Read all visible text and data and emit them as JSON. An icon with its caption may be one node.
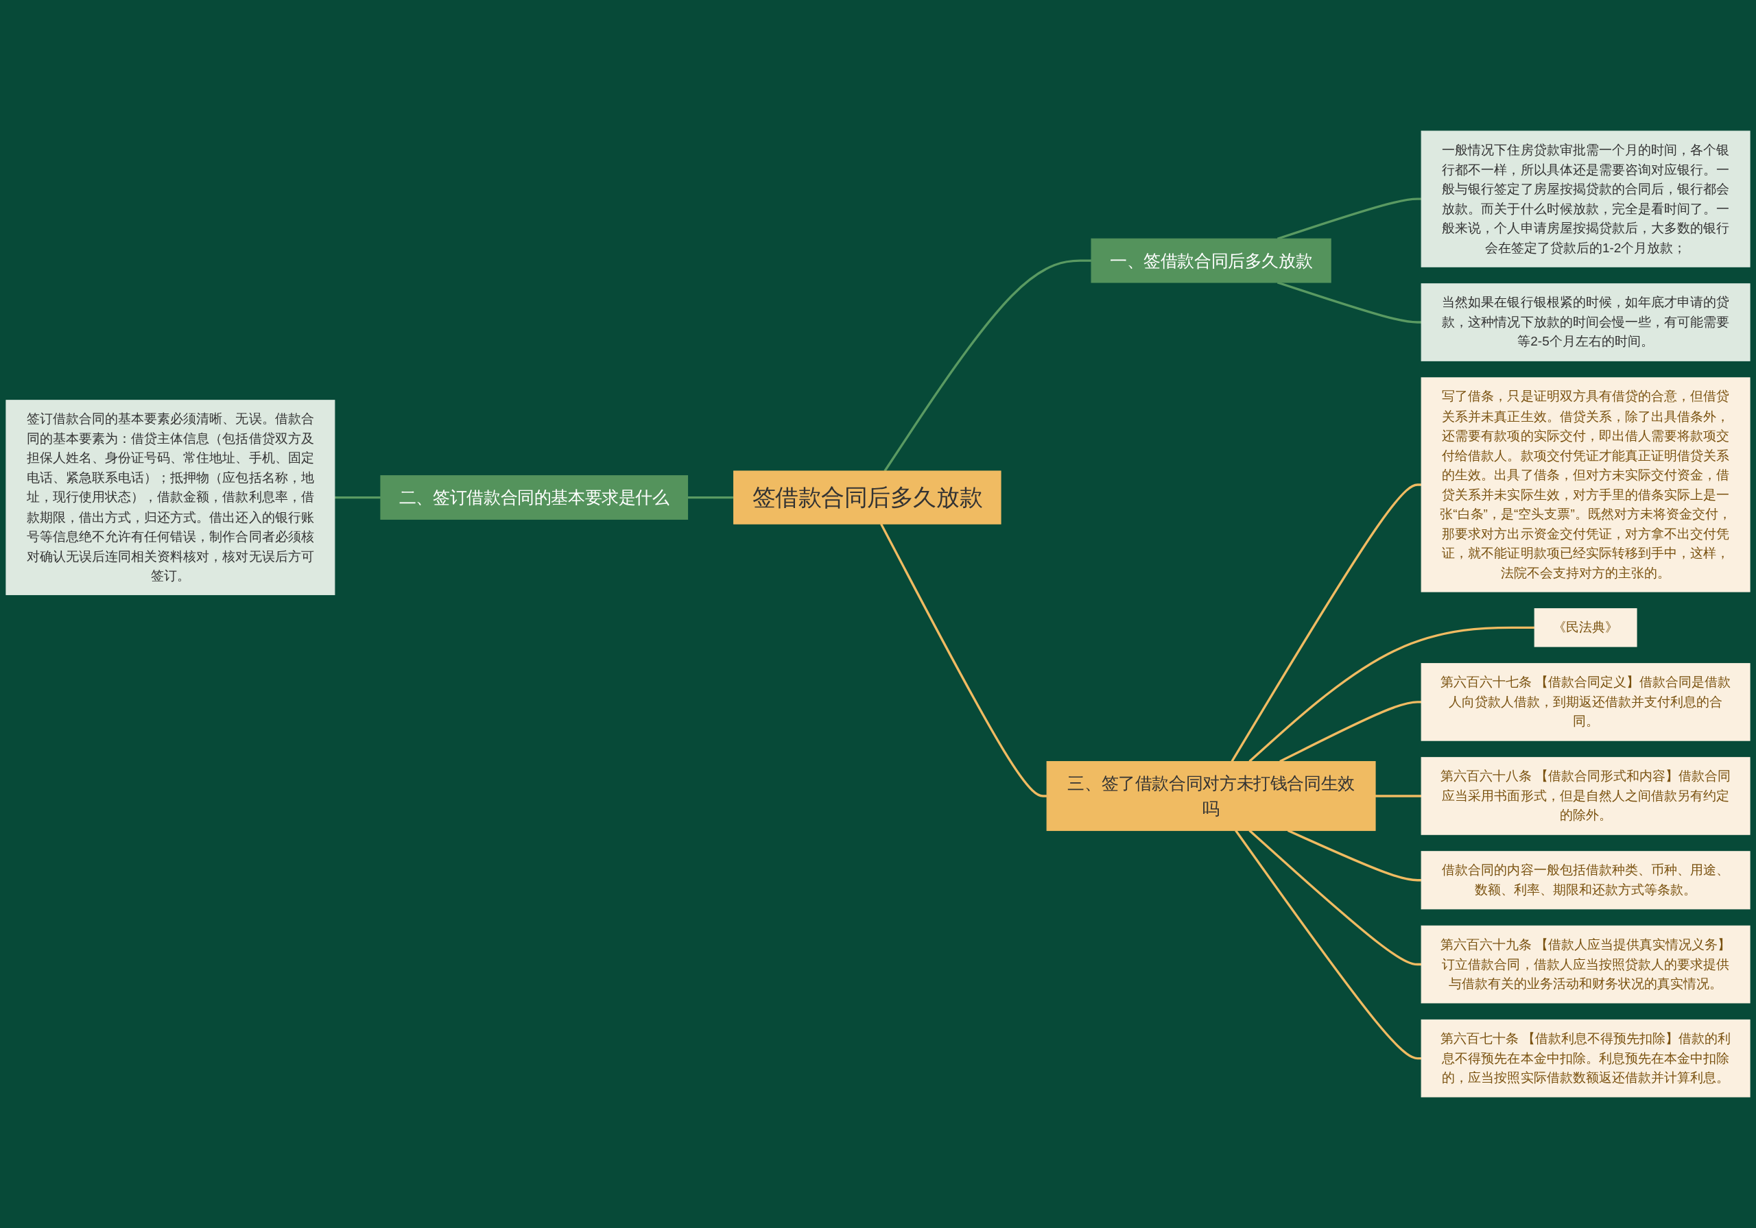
{
  "diagram": {
    "nodes": [
      {
        "text": [
          "签借款合同后多久放款"
        ]
      },
      {
        "text": [
          "一、签借款合同后多久放款"
        ]
      },
      {
        "text": [
          "一般情况下住房贷款审批需一个月的时间，各个银行都不一样，所以具体还是需要咨询对应银行。一般与银行签定了房屋按揭贷款的合同后，银行都会放款。而关于什么时候放款，完全是看时间了。一般来说，个人申请房屋按揭贷款后，大多数的银行会在签定了贷款后的1-2个月放款；"
        ]
      },
      {
        "text": [
          "当然如果在银行银根紧的时候，如年底才申请的贷款，这种情况下放款的时间会慢一些，有可能需要等2-5个月左右的时间。"
        ]
      },
      {
        "text": [
          "二、签订借款合同的基本要求是什么"
        ]
      },
      {
        "text": [
          "签订借款合同的基本要素必须清晰、无误。借款合同的基本要素为：借贷主体信息（包括借贷双方及担保人姓名、身份证号码、常住地址、手机、固定电话、紧急联系电话）；抵押物（应包括名称，地址，现行使用状态），借款金额，借款利息率，借款期限，借出方式，归还方式。借出还入的银行账号等信息绝不允许有任何错误，制作合同者必须核对确认无误后连同相关资料核对，核对无误后方可签订。"
        ]
      },
      {
        "text": [
          "三、签了借款合同对方未打钱合同生效吗"
        ]
      },
      {
        "text": [
          "写了借条，只是证明双方具有借贷的合意，但借贷关系并未真正生效。借贷关系，除了出具借条外，还需要有款项的实际交付，即出借人需要将款项交付给借款人。款项交付凭证才能真正证明借贷关系的生效。出具了借条，但对方未实际交付资金，借贷关系并未实际生效，对方手里的借条实际上是一张“白条”，是“空头支票”。既然对方未将资金交付，那要求对方出示资金交付凭证，对方拿不出交付凭证，就不能证明款项已经实际转移到手中，这样，法院不会支持对方的主张的。"
        ]
      },
      {
        "text": [
          "《民法典》"
        ]
      },
      {
        "text": [
          "第六百六十七条 【借款合同定义】借款合同是借款人向贷款人借款，到期返还借款并支付利息的合同。"
        ]
      },
      {
        "text": [
          "第六百六十八条 【借款合同形式和内容】借款合同应当采用书面形式，但是自然人之间借款另有约定的除外。"
        ]
      },
      {
        "text": [
          "借款合同的内容一般包括借款种类、币种、用途、数额、利率、期限和还款方式等条款。"
        ]
      },
      {
        "text": [
          "第六百六十九条 【借款人应当提供真实情况义务】订立借款合同，借款人应当按照贷款人的要求提供与借款有关的业务活动和财务状况的真实情况。"
        ]
      },
      {
        "text": [
          "第六百七十条 【借款利息不得预先扣除】借款的利息不得预先在本金中扣除。利息预先在本金中扣除的，应当按照实际借款数额返还借款并计算利息。"
        ]
      }
    ],
    "edges": [
      {
        "from": 5,
        "to": 4,
        "arrow": "none",
        "color": "#5a9a62"
      },
      {
        "from": 4,
        "to": 0,
        "arrow": "none",
        "color": "#5a9a62"
      },
      {
        "from": 0,
        "to": 1,
        "arrow": "none",
        "color": "#5a9a62"
      },
      {
        "from": 1,
        "to": 2,
        "arrow": "none",
        "color": "#5a9a62"
      },
      {
        "from": 1,
        "to": 3,
        "arrow": "none",
        "color": "#5a9a62"
      },
      {
        "from": 0,
        "to": 6,
        "arrow": "none"
      },
      {
        "from": 6,
        "to": 7,
        "arrow": "none"
      },
      {
        "from": 6,
        "to": 8,
        "arrow": "none"
      },
      {
        "from": 6,
        "to": 9,
        "arrow": "none"
      },
      {
        "from": 6,
        "to": 10,
        "arrow": "none"
      },
      {
        "from": 6,
        "to": 11,
        "arrow": "none"
      },
      {
        "from": 6,
        "to": 12,
        "arrow": "none"
      },
      {
        "from": 6,
        "to": 13,
        "arrow": "none"
      }
    ]
  }
}
